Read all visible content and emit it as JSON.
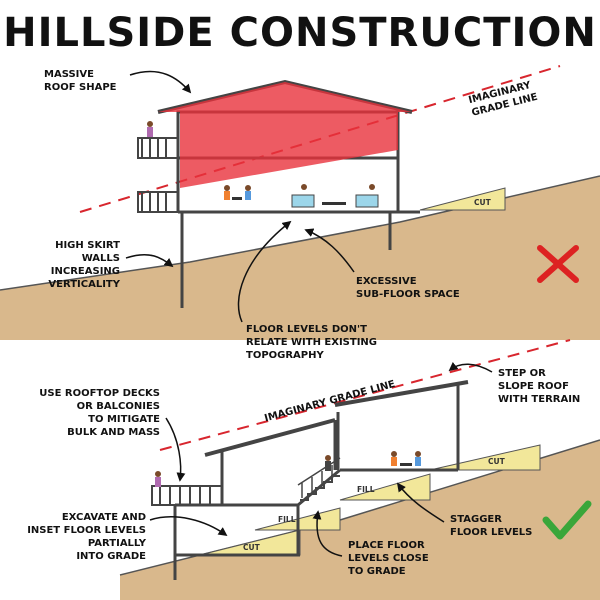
{
  "title": "HILLSIDE CONSTRUCTION",
  "colors": {
    "ground": "#d9b88c",
    "fill_soil": "#f2e79a",
    "roof_highlight": "#e8323c",
    "grade_line": "#d8262e",
    "structure": "#444444",
    "check": "#3aa63a",
    "cross": "#dd2222"
  },
  "top": {
    "labels": {
      "roof": [
        "MASSIVE",
        "ROOF SHAPE"
      ],
      "grade": [
        "IMAGINARY",
        "GRADE LINE"
      ],
      "skirt": [
        "HIGH SKIRT",
        "WALLS",
        "INCREASING",
        "VERTICALITY"
      ],
      "subfloor": [
        "EXCESSIVE",
        "SUB-FLOOR SPACE"
      ],
      "floor_levels": [
        "FLOOR LEVELS DON'T",
        "RELATE WITH EXISTING",
        "TOPOGRAPHY"
      ],
      "cut": "CUT"
    },
    "verdict_icon": "cross-icon"
  },
  "bottom": {
    "labels": {
      "grade": "IMAGINARY GRADE LINE",
      "step_roof": [
        "STEP OR",
        "SLOPE ROOF",
        "WITH TERRAIN"
      ],
      "rooftop": [
        "USE ROOFTOP DECKS",
        "OR BALCONIES",
        "TO MITIGATE",
        "BULK AND MASS"
      ],
      "excavate": [
        "EXCAVATE AND",
        "INSET FLOOR LEVELS",
        "PARTIALLY",
        "INTO GRADE"
      ],
      "stagger": [
        "STAGGER",
        "FLOOR LEVELS"
      ],
      "place": [
        "PLACE FLOOR",
        "LEVELS CLOSE",
        "TO GRADE"
      ],
      "fill": "FILL",
      "cut": "CUT"
    },
    "verdict_icon": "check-icon"
  }
}
